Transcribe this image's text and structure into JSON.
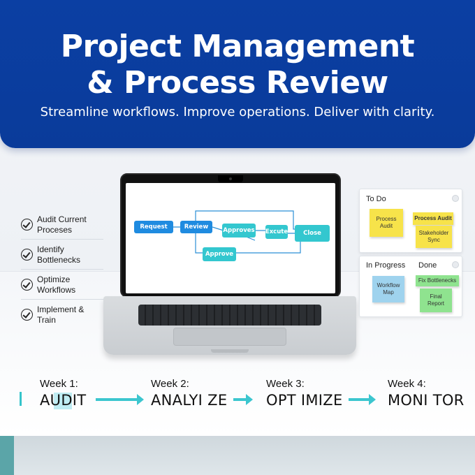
{
  "header": {
    "title_line1": "Project Management",
    "title_line2": "& Process Review",
    "subtitle": "Streamline workflows. Improve operations. Deliver with clarity."
  },
  "checklist": [
    {
      "label": "Audit Current Proceses"
    },
    {
      "label": "Identify Bottlenecks"
    },
    {
      "label": "Optimize Workflows"
    },
    {
      "label": "Implement & Train"
    }
  ],
  "flow": {
    "request": "Request",
    "review": "Review",
    "approves": "Approves",
    "excute": "Excute",
    "close": "Close",
    "approve": "Approve"
  },
  "kanban": {
    "todo": "To Do",
    "in_progress": "In Progress",
    "done": "Done",
    "notes": {
      "process_audit_1": "Process Audit",
      "process_audit_2": "Process Audit",
      "stakeholder_sync": "Stakeholder Sync",
      "workflow_map": "Workflow Map",
      "fix_bottlenecks": "Fix Bottlenecks",
      "final_report": "Final Report"
    }
  },
  "timeline": [
    {
      "week": "Week 1:",
      "phase": "AUDIT"
    },
    {
      "week": "Week 2:",
      "phase": "ANALYI ZE"
    },
    {
      "week": "Week 3:",
      "phase": "OPT IMIZE"
    },
    {
      "week": "Week 4:",
      "phase": "MONI TOR"
    }
  ],
  "colors": {
    "banner": "#0b3fa3",
    "accent_teal": "#3cc6cf",
    "flow_blue": "#1f8be0"
  }
}
